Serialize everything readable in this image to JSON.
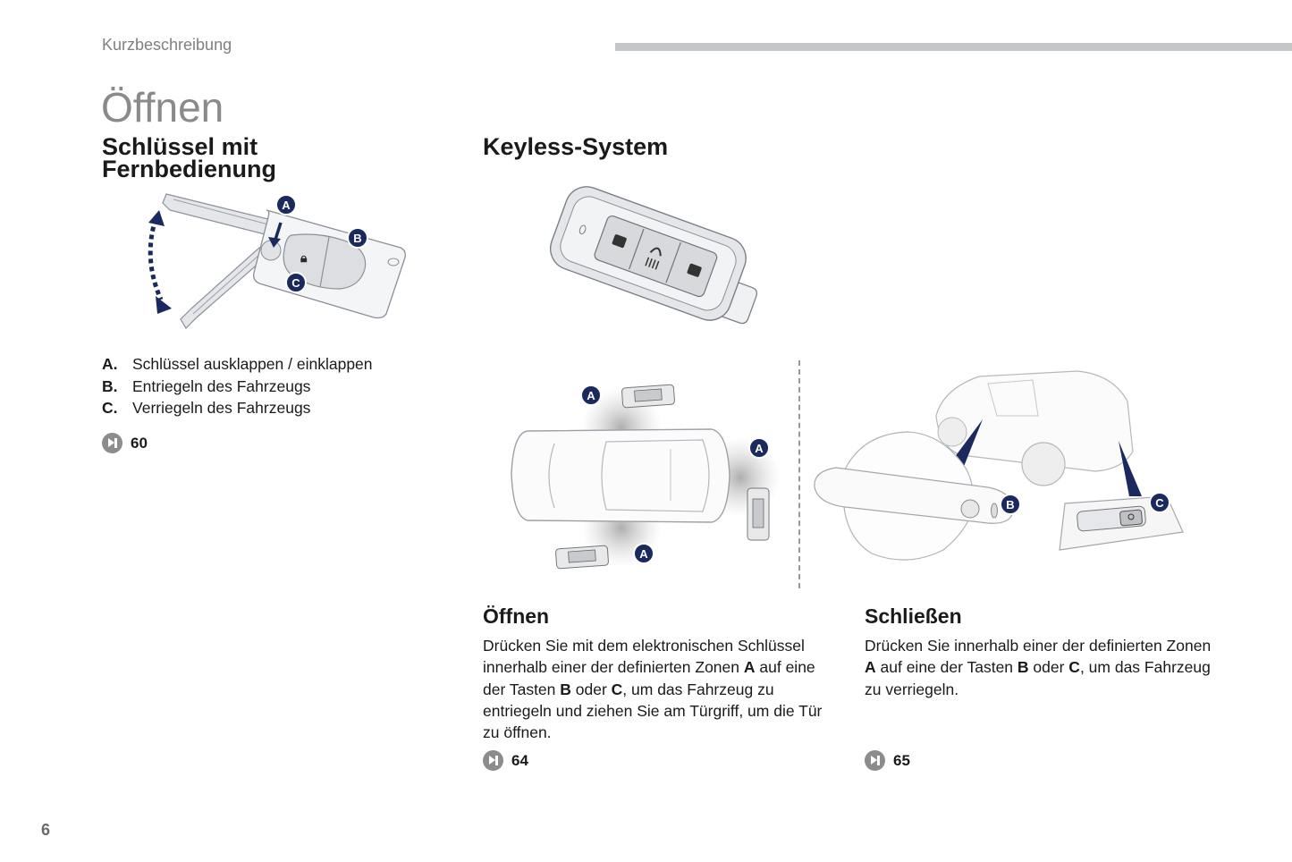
{
  "header": {
    "section_label": "Kurzbeschreibung",
    "page_title": "Öffnen"
  },
  "remote_key": {
    "heading_line1": "Schlüssel mit",
    "heading_line2": "Fernbedienung",
    "callouts": [
      "A",
      "B",
      "C"
    ],
    "items": [
      {
        "letter": "A.",
        "text": "Schlüssel ausklappen / einklappen"
      },
      {
        "letter": "B.",
        "text": "Entriegeln des Fahrzeugs"
      },
      {
        "letter": "C.",
        "text": "Verriegeln des Fahrzeugs"
      }
    ],
    "page_ref": "60"
  },
  "keyless": {
    "heading": "Keyless-System",
    "zone_label": "A",
    "handle_label": "B",
    "tailgate_label": "C",
    "open": {
      "heading": "Öffnen",
      "text_1": "Drücken Sie mit dem elektronischen Schlüssel innerhalb einer der definierten Zonen ",
      "bold_1": "A",
      "text_2": " auf eine der Tasten ",
      "bold_2": "B",
      "text_3": " oder ",
      "bold_3": "C",
      "text_4": ", um das Fahrzeug zu entriegeln und ziehen Sie am Türgriff, um die Tür zu öffnen.",
      "page_ref": "64"
    },
    "close": {
      "heading": "Schließen",
      "text_1": "Drücken Sie innerhalb einer der definierten Zonen ",
      "bold_1": "A",
      "text_2": " auf eine der Tasten ",
      "bold_2": "B",
      "text_3": " oder ",
      "bold_3": "C",
      "text_4": ", um das Fahrzeug zu verriegeln.",
      "page_ref": "65"
    }
  },
  "colors": {
    "callout_navy": "#1b2a5e",
    "header_bar": "#c5c6c8",
    "title_gray": "#8a8a8a"
  },
  "footer": {
    "page_number": "6"
  }
}
